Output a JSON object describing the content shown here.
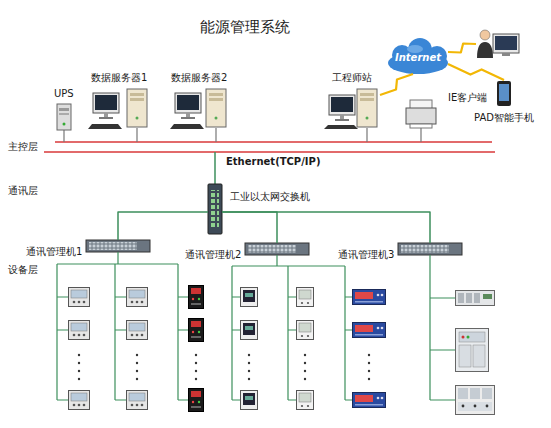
{
  "diagram": {
    "title": "能源管理系统",
    "nodes": [
      {
        "text": [
          "UPS"
        ]
      },
      {
        "text": [
          "数据服务器1"
        ]
      },
      {
        "text": [
          "数据服务器2"
        ]
      },
      {
        "text": [
          "工程师站"
        ]
      },
      {
        "text": [
          "Internet"
        ]
      },
      {
        "text": [
          "IE客户端"
        ]
      },
      {
        "text": [
          "PAD智能手机"
        ]
      },
      {
        "text": [
          "工业以太网交换机"
        ]
      },
      {
        "text": [
          "通讯管理机1"
        ]
      },
      {
        "text": [
          "通讯管理机2"
        ]
      },
      {
        "text": [
          "通讯管理机3"
        ]
      }
    ],
    "edges": [
      {
        "from": 4,
        "to": 3,
        "arrow": "none"
      },
      {
        "from": 4,
        "to": 5,
        "arrow": "none"
      },
      {
        "from": 4,
        "to": 6,
        "arrow": "none"
      },
      {
        "from": 7,
        "to": 8,
        "arrow": "none"
      },
      {
        "from": 7,
        "to": 9,
        "arrow": "none"
      },
      {
        "from": 7,
        "to": 10,
        "arrow": "none"
      }
    ],
    "labels": [
      "主控层",
      "通讯层",
      "设备层",
      "Ethernet(TCP/IP)"
    ]
  }
}
